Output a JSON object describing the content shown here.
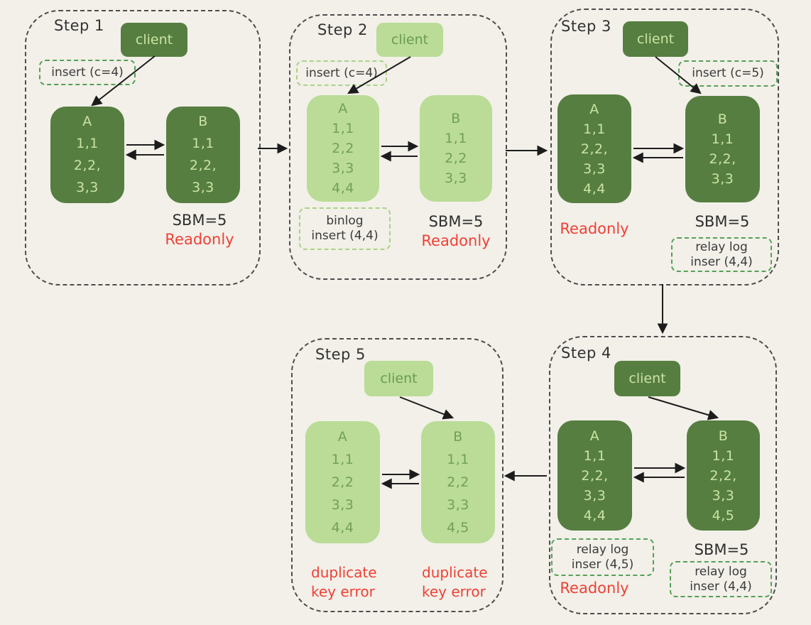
{
  "diagram_title": "MySQL dual-master replication duplicate key scenario",
  "colors": {
    "background": "#f2f0e9",
    "container_border": "#4d4d4d",
    "dark_node_fill": "#567e41",
    "dark_node_text": "#cbe3a2",
    "light_node_fill": "#badc96",
    "light_node_text": "#72a055",
    "note_border_dark_theme": "#55a058",
    "note_border_light_theme": "#abd287",
    "error_red": "#ef4136",
    "arrow_color": "#1c1c1c",
    "label_text": "#333333"
  },
  "steps": [
    {
      "label": "Step 1",
      "client_label": "client",
      "note": "insert (c=4)",
      "node_a": {
        "title": "A",
        "rows": [
          "1,1",
          "2,2,",
          "3,3"
        ]
      },
      "node_b": {
        "title": "B",
        "rows": [
          "1,1",
          "2,2,",
          "3,3"
        ]
      },
      "sbm": "SBM=5",
      "readonly": "Readonly"
    },
    {
      "label": "Step 2",
      "client_label": "client",
      "note": "insert (c=4)",
      "node_a": {
        "title": "A",
        "rows": [
          "1,1",
          "2,2",
          "3,3",
          "4,4"
        ]
      },
      "node_b": {
        "title": "B",
        "rows": [
          "1,1",
          "2,2",
          "3,3"
        ]
      },
      "binlog_note": {
        "line1": "binlog",
        "line2": "insert (4,4)"
      },
      "sbm": "SBM=5",
      "readonly": "Readonly"
    },
    {
      "label": "Step 3",
      "client_label": "client",
      "note": "insert (c=5)",
      "node_a": {
        "title": "A",
        "rows": [
          "1,1",
          "2,2,",
          "3,3",
          "4,4"
        ]
      },
      "node_b": {
        "title": "B",
        "rows": [
          "1,1",
          "2,2,",
          "3,3"
        ]
      },
      "readonly": "Readonly",
      "sbm": "SBM=5",
      "relay_note_b": {
        "line1": "relay log",
        "line2": "inser (4,4)"
      }
    },
    {
      "label": "Step 4",
      "client_label": "client",
      "node_a": {
        "title": "A",
        "rows": [
          "1,1",
          "2,2,",
          "3,3",
          "4,4"
        ]
      },
      "node_b": {
        "title": "B",
        "rows": [
          "1,1",
          "2,2,",
          "3,3",
          "4,5"
        ]
      },
      "relay_note_a": {
        "line1": "relay log",
        "line2": "inser (4,5)"
      },
      "readonly": "Readonly",
      "sbm": "SBM=5",
      "relay_note_b": {
        "line1": "relay log",
        "line2": "inser (4,4)"
      }
    },
    {
      "label": "Step 5",
      "client_label": "client",
      "node_a": {
        "title": "A",
        "rows": [
          "1,1",
          "2,2",
          "3,3",
          "4,4"
        ]
      },
      "node_b": {
        "title": "B",
        "rows": [
          "1,1",
          "2,2",
          "3,3",
          "4,5"
        ]
      },
      "error_a": {
        "line1": "duplicate",
        "line2": "key error"
      },
      "error_b": {
        "line1": "duplicate",
        "line2": "key error"
      }
    }
  ]
}
